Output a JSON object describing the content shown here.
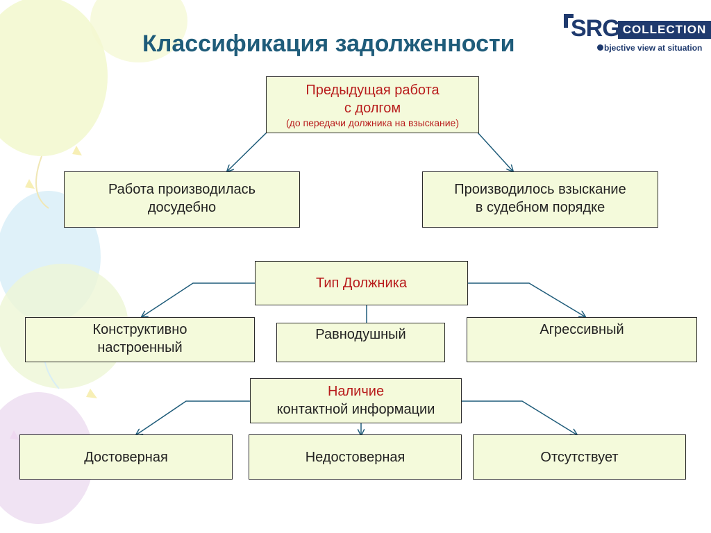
{
  "title": "Классификация задолженности",
  "logo": {
    "brand": "SRG",
    "band": "COLLECTION",
    "tagline": "bjective view at situation"
  },
  "nodes": {
    "root": {
      "line1": "Предыдущая работа",
      "line2": "с долгом",
      "note": "(до передачи должника на взыскание)"
    },
    "pretrial": {
      "line1": "Работа производилась",
      "line2": "досудебно"
    },
    "judicial": {
      "line1": "Производилось взыскание",
      "line2": "в судебном порядке"
    },
    "debtor_type": {
      "label": "Тип Должника"
    },
    "constructive": {
      "line1": "Конструктивно",
      "line2": "настроенный"
    },
    "indifferent": {
      "label": "Равнодушный"
    },
    "aggressive": {
      "label": "Агрессивный"
    },
    "contact": {
      "line1": "Наличие",
      "line2": "контактной информации"
    },
    "reliable": {
      "label": "Достоверная"
    },
    "unreliable": {
      "label": "Недостоверная"
    },
    "absent": {
      "label": "Отсутствует"
    }
  },
  "colors": {
    "title": "#1f5c7a",
    "box_fill": "#f4fadb",
    "accent_text": "#b81c1c",
    "connector": "#1f5c7a",
    "logo": "#1f3a6e"
  }
}
